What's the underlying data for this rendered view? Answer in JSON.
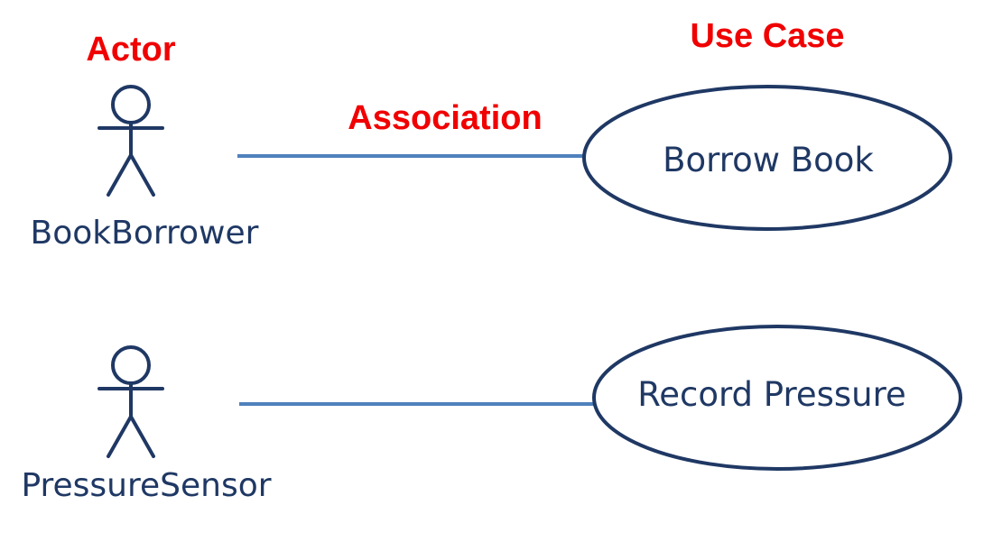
{
  "annotations": {
    "actor": "Actor",
    "association": "Association",
    "use_case": "Use Case"
  },
  "actors": [
    {
      "name": "BookBorrower"
    },
    {
      "name": "PressureSensor"
    }
  ],
  "use_cases": [
    {
      "name": "Borrow Book"
    },
    {
      "name": "Record Pressure"
    }
  ],
  "colors": {
    "annotation": "#f00000",
    "actor_text": "#1f3864",
    "actor_stroke": "#1f3864",
    "usecase_stroke": "#1f3864",
    "usecase_text": "#1f3864",
    "association_line": "#4f81bd"
  }
}
